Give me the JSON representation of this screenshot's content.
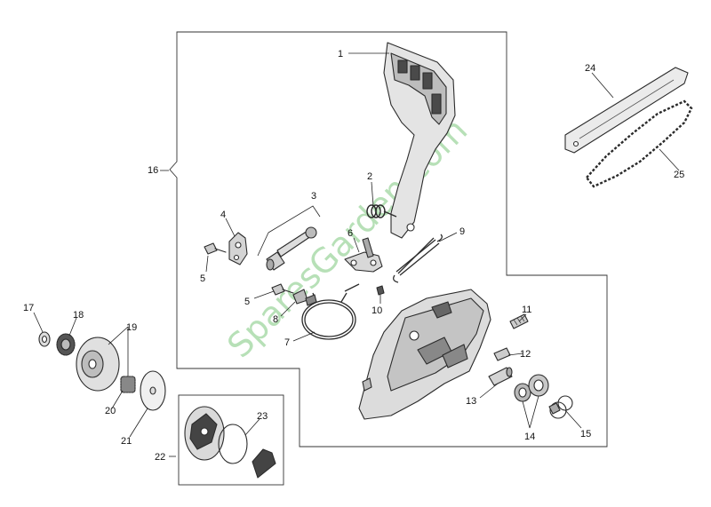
{
  "diagram": {
    "watermark": "SparesGarden.com",
    "callouts": [
      "1",
      "2",
      "3",
      "4",
      "5",
      "5",
      "6",
      "7",
      "8",
      "9",
      "10",
      "11",
      "12",
      "13",
      "14",
      "15",
      "16",
      "17",
      "18",
      "19",
      "20",
      "21",
      "22",
      "23",
      "24",
      "25"
    ]
  }
}
